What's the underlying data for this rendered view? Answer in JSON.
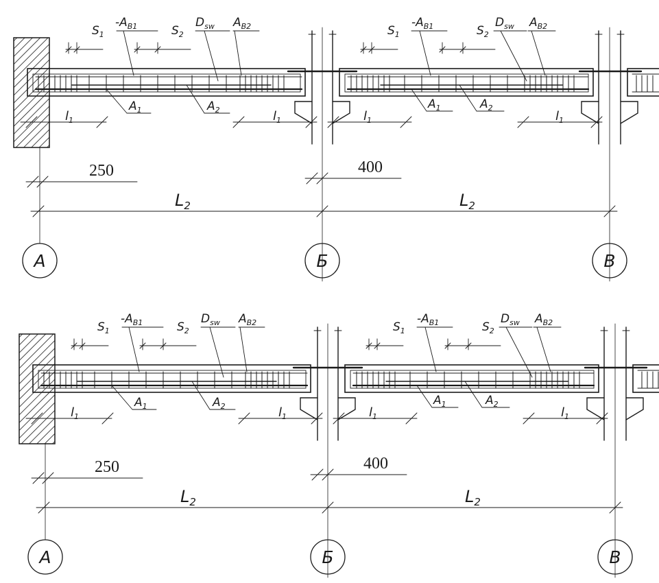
{
  "panels": [
    {
      "labels": {
        "s1": "S",
        "s1_sub": "1",
        "s2": "S",
        "s2_sub": "2",
        "ab1": "-A",
        "ab1_sub": "B1",
        "ab2": "A",
        "ab2_sub": "B2",
        "dsw": "D",
        "dsw_sub": "sw",
        "a1": "A",
        "a1_sub": "1",
        "a2": "A",
        "a2_sub": "2",
        "l1": "l",
        "l1_sub": "1",
        "d250": "250",
        "d400": "400",
        "L2": "L",
        "L2_sub": "2"
      },
      "axes": [
        "А",
        "Б",
        "В"
      ]
    },
    {
      "labels": {
        "s1": "S",
        "s1_sub": "1",
        "s2": "S",
        "s2_sub": "2",
        "ab1": "-A",
        "ab1_sub": "B1",
        "ab2": "A",
        "ab2_sub": "B2",
        "dsw": "D",
        "dsw_sub": "sw",
        "a1": "A",
        "a1_sub": "1",
        "a2": "A",
        "a2_sub": "2",
        "l1": "l",
        "l1_sub": "1",
        "d250": "250",
        "d400": "400",
        "L2": "L",
        "L2_sub": "2"
      },
      "axes": [
        "А",
        "Б",
        "В"
      ]
    }
  ]
}
